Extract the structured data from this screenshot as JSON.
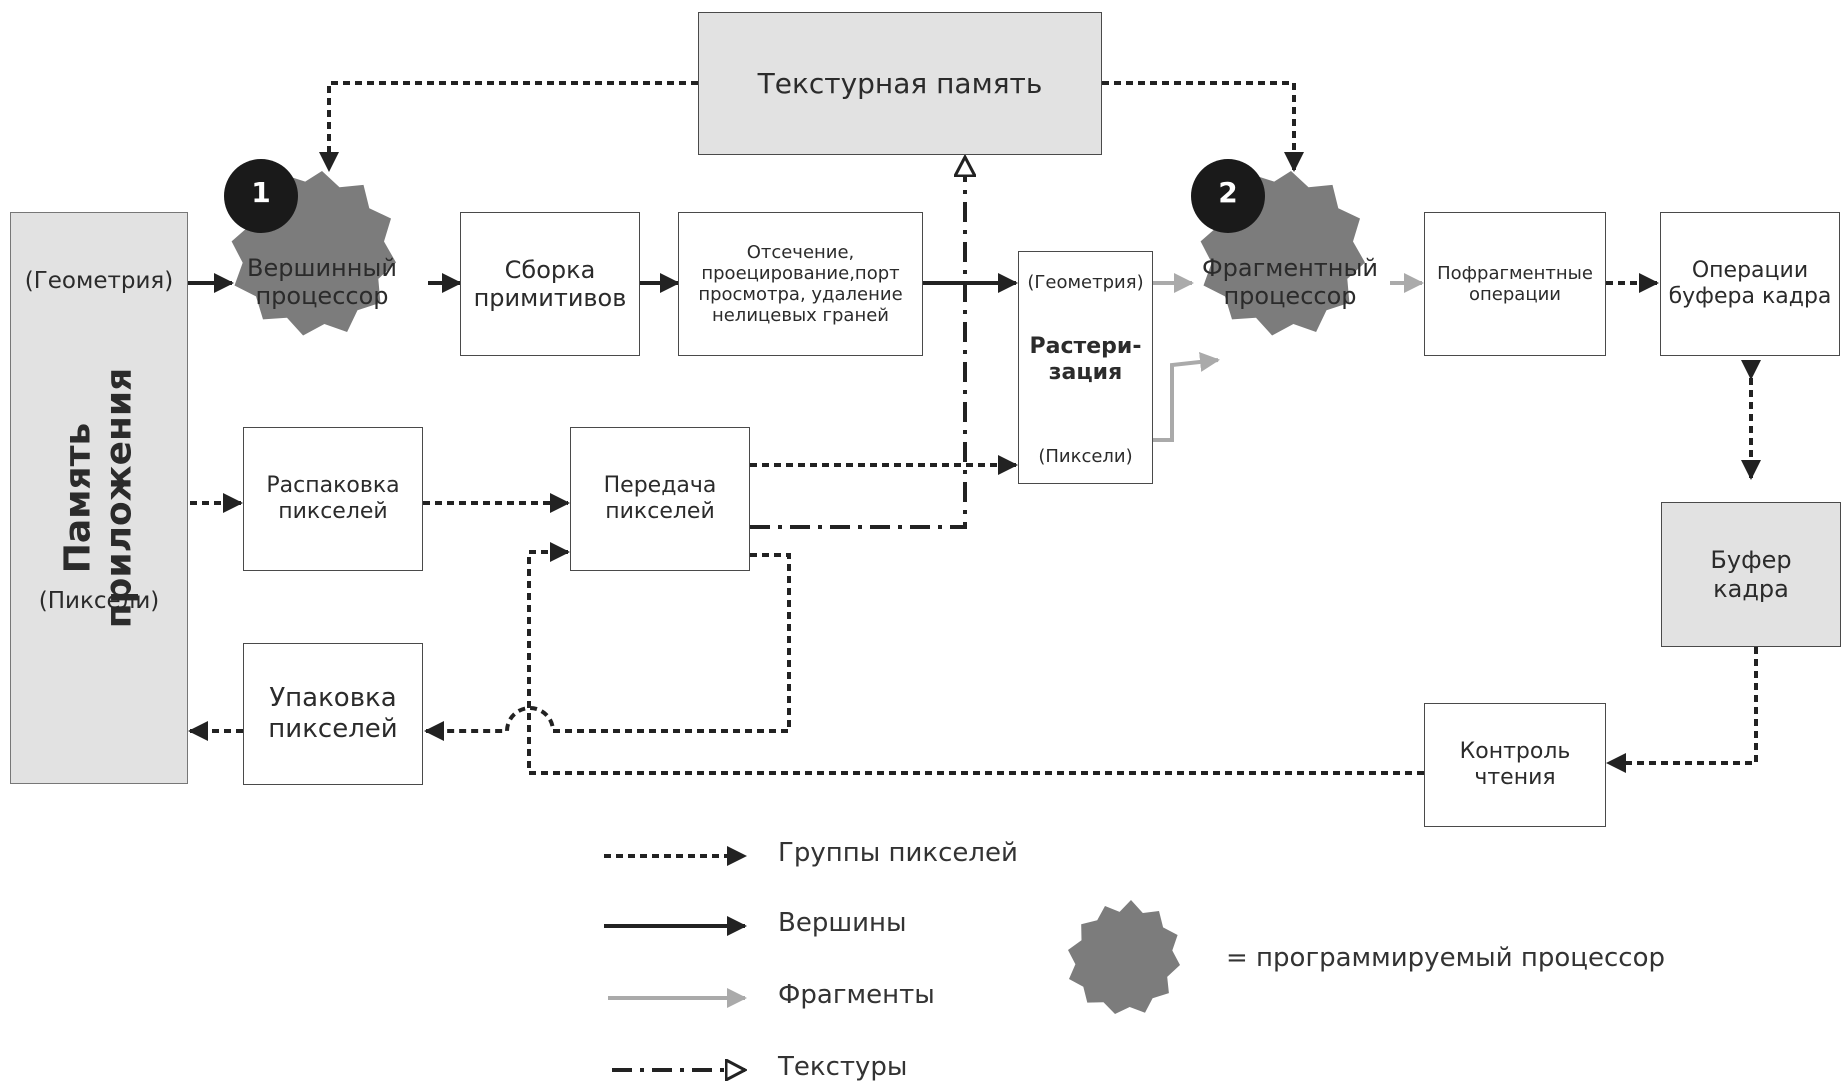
{
  "texture_memory": "Текстурная память",
  "app_memory": {
    "title": "Память\nприложения",
    "geometry": "(Геометрия)",
    "pixels": "(Пиксели)"
  },
  "vertex_processor": {
    "badge": "1",
    "label": "Вершинный\nпроцессор"
  },
  "fragment_processor": {
    "badge": "2",
    "label": "Фрагментный\nпроцессор"
  },
  "primitive_assembly": "Сборка\nпримитивов",
  "clipping": "Отсечение,\nпроецирование,порт\nпросмотра, удаление\nнелицевых граней",
  "rasterization": {
    "geometry": "(Геометрия)",
    "title": "Растери-\nзация",
    "pixels": "(Пиксели)"
  },
  "per_fragment_ops": "Пофрагментные\nоперации",
  "framebuffer_ops": "Операции\nбуфера кадра",
  "framebuffer": "Буфер\nкадра",
  "read_control": "Контроль\nчтения",
  "pixel_unpack": "Распаковка\nпикселей",
  "pixel_transfer": "Передача\nпикселей",
  "pixel_pack": "Упаковка\nпикселей",
  "legend": {
    "pixel_groups": "Группы пикселей",
    "vertices": "Вершины",
    "fragments": "Фрагменты",
    "textures": "Текстуры",
    "programmable": "= программируемый процессор"
  }
}
